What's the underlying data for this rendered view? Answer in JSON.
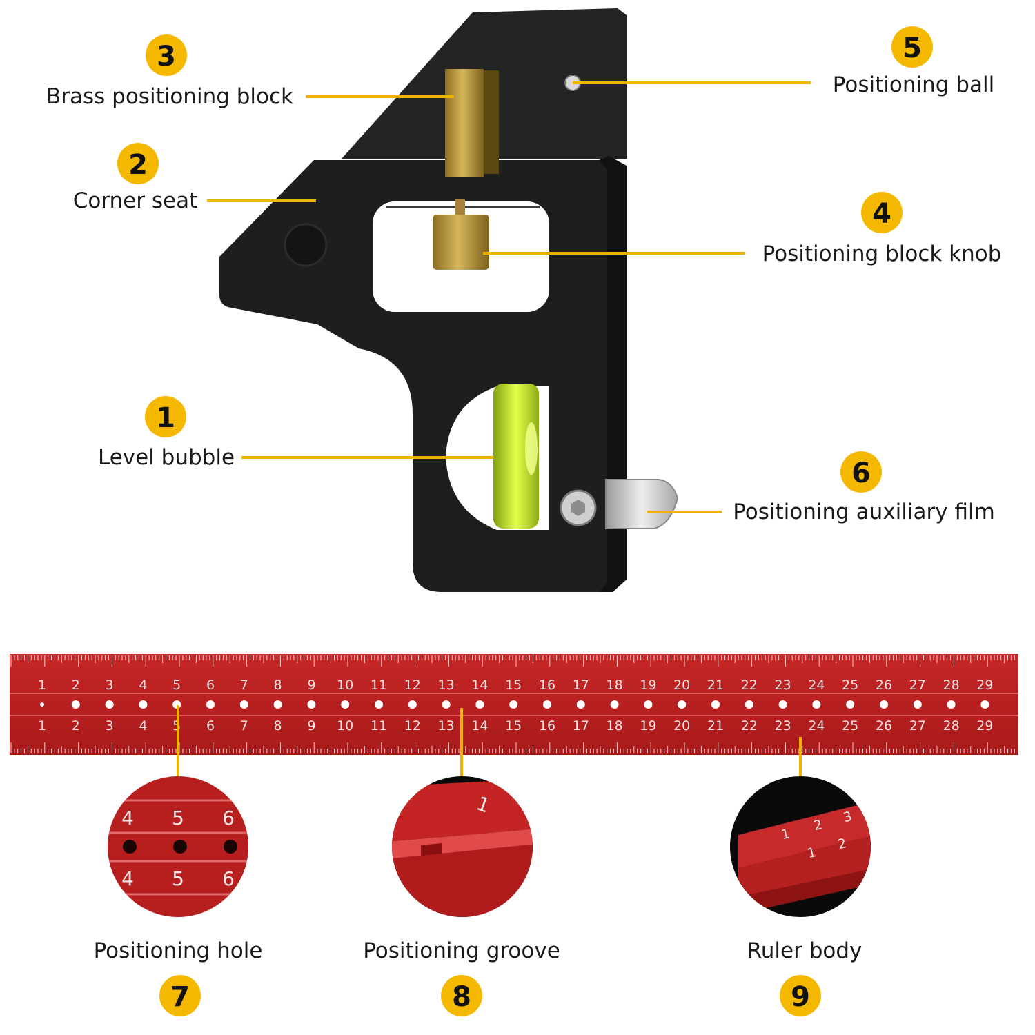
{
  "colors": {
    "accent": "#F5B800",
    "ruler_red": "#B21E1E",
    "ruler_dark": "#8E1414",
    "tool_black": "#1E1E1E",
    "brass": "#B8973E",
    "bubble_vial": "#C6E62A",
    "leader_line": "#F0B400"
  },
  "callouts": [
    {
      "id": "level-bubble",
      "number": "1",
      "label": "Level bubble"
    },
    {
      "id": "corner-seat",
      "number": "2",
      "label": "Corner seat"
    },
    {
      "id": "brass-positioning-block",
      "number": "3",
      "label": "Brass positioning block"
    },
    {
      "id": "positioning-block-knob",
      "number": "4",
      "label": "Positioning block knob"
    },
    {
      "id": "positioning-ball",
      "number": "5",
      "label": "Positioning ball"
    },
    {
      "id": "positioning-auxiliary-film",
      "number": "6",
      "label": "Positioning auxiliary film"
    },
    {
      "id": "positioning-hole",
      "number": "7",
      "label": "Positioning hole"
    },
    {
      "id": "positioning-groove",
      "number": "8",
      "label": "Positioning groove"
    },
    {
      "id": "ruler-body",
      "number": "9",
      "label": "Ruler body"
    }
  ],
  "ruler": {
    "top_numbers": [
      "1",
      "2",
      "3",
      "4",
      "5",
      "6",
      "7",
      "8",
      "9",
      "10",
      "11",
      "12",
      "13",
      "14",
      "15",
      "16",
      "17",
      "18",
      "19",
      "20",
      "21",
      "22",
      "23",
      "24",
      "25",
      "26",
      "27",
      "28",
      "29"
    ],
    "bottom_numbers": [
      "1",
      "2",
      "3",
      "4",
      "5",
      "6",
      "7",
      "8",
      "9",
      "10",
      "11",
      "12",
      "13",
      "14",
      "15",
      "16",
      "17",
      "18",
      "19",
      "20",
      "21",
      "22",
      "23",
      "24",
      "25",
      "26",
      "27",
      "28",
      "29"
    ]
  },
  "details": {
    "hole_top_numbers": [
      "4",
      "5",
      "6"
    ],
    "hole_bottom_numbers": [
      "4",
      "5",
      "6"
    ],
    "groove_number": "1",
    "body_top_numbers": [
      "1",
      "2",
      "3"
    ],
    "body_bottom_numbers": [
      "1",
      "2"
    ]
  }
}
